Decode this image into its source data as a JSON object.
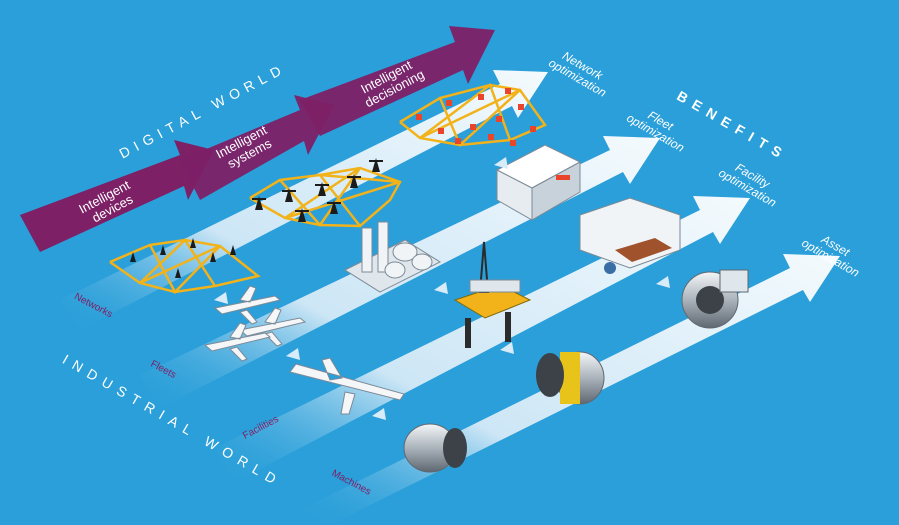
{
  "colors": {
    "background": "#2a9fd9",
    "lane": "#eaf3fb",
    "purple": "#7d2066",
    "network": "#f2b21a",
    "node": "#e8452a",
    "label_light": "#ffffff",
    "label_dark": "#7d2066"
  },
  "digital_world": {
    "title": "DIGITAL WORLD",
    "steps": [
      "Intelligent devices",
      "Intelligent systems",
      "Intelligent decisioning"
    ]
  },
  "industrial_world": {
    "title": "INDUSTRIAL WORLD",
    "lanes": [
      "Networks",
      "Fleets",
      "Facilities",
      "Machines"
    ]
  },
  "benefits": {
    "title": "BENEFITS",
    "items": [
      "Network optimization",
      "Fleet optimization",
      "Facility optimization",
      "Asset optimization"
    ]
  },
  "icons": [
    "network-graph-icon",
    "transmission-tower-icon",
    "airplane-icon",
    "refinery-icon",
    "oil-rig-icon",
    "jet-engine-icon",
    "office-building-icon",
    "hospital-room-icon",
    "turbine-icon"
  ]
}
